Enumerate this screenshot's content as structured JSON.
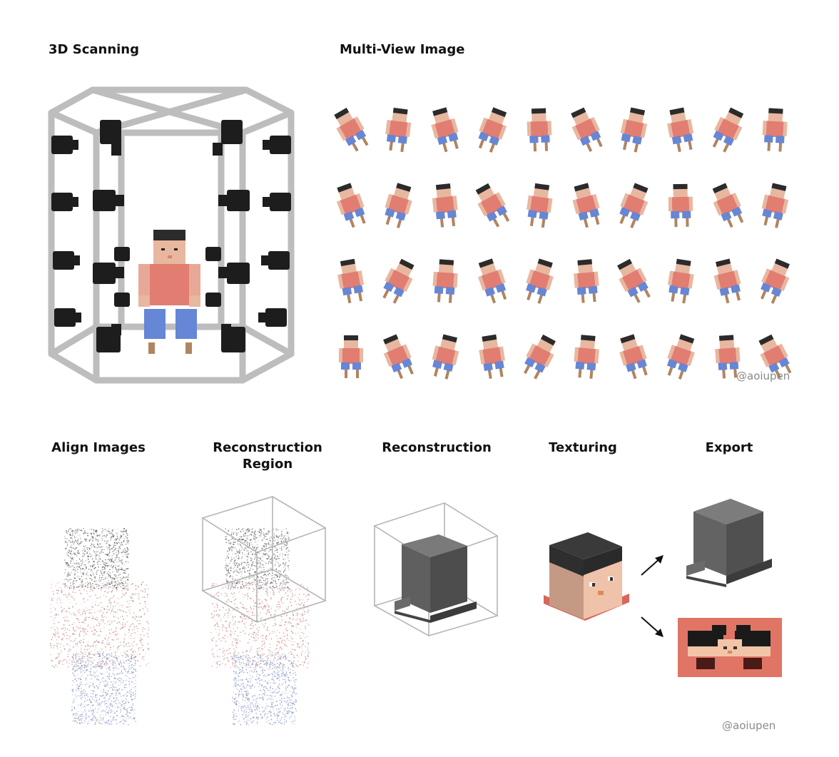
{
  "top": {
    "scanning_title": "3D Scanning",
    "multiview_title": "Multi-View Image",
    "credit": "@aoiupen"
  },
  "pipeline": {
    "steps": [
      {
        "title": "Align Images"
      },
      {
        "title": "Reconstruction\nRegion"
      },
      {
        "title": "Reconstruction"
      },
      {
        "title": "Texturing"
      },
      {
        "title": "Export"
      }
    ],
    "credit": "@aoiupen"
  },
  "colors": {
    "frame": "#b9b9b9",
    "camera": "#1c1c1c",
    "skin": "#e8b79f",
    "shirt": "#e27d72",
    "pants": "#6686d6",
    "hair": "#2b2b2b",
    "chair": "#b08560",
    "mesh": "#5a5a5a",
    "texture_bg": "#e07565"
  },
  "icons": [
    "camera-icon",
    "arrow-icon"
  ]
}
